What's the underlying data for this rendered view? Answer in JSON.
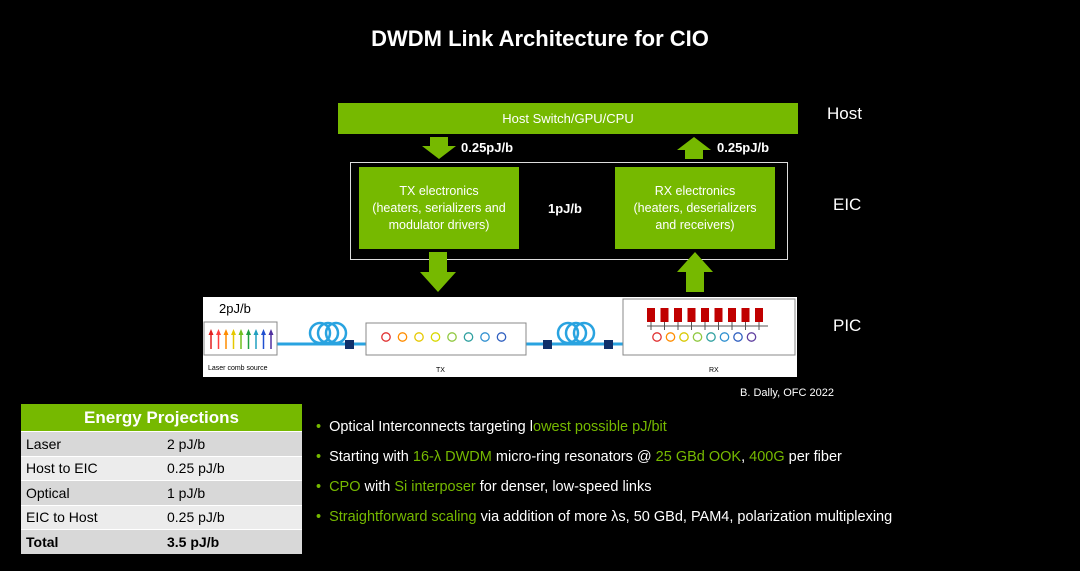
{
  "title": "DWDM Link Architecture for CIO",
  "colors": {
    "accent": "#76b900",
    "background": "#000000",
    "fiber": "#29a3e0",
    "rx_bank": "#c00000"
  },
  "host": {
    "bar_label": "Host Switch/GPU/CPU",
    "side_label": "Host"
  },
  "eic": {
    "side_label": "EIC",
    "down_energy": "0.25pJ/b",
    "up_energy": "0.25pJ/b",
    "tx_box": "TX electronics\n(heaters, serializers and\nmodulator drivers)",
    "center_energy": "1pJ/b",
    "rx_box": "RX electronics\n(heaters, deserializers\nand receivers)"
  },
  "pic": {
    "side_label": "PIC",
    "laser_energy": "2pJ/b",
    "laser_caption": "Laser comb source",
    "tx_caption": "TX",
    "rx_caption": "RX",
    "laser_colors": [
      "#e02020",
      "#ff4040",
      "#ff8c00",
      "#e6c800",
      "#70c020",
      "#20a040",
      "#20a0c0",
      "#2050d0",
      "#5030a0"
    ],
    "ring_colors": [
      "#e03030",
      "#ff8c00",
      "#e6c800",
      "#d8d800",
      "#90c840",
      "#30a0a0",
      "#3090d0",
      "#3060c0"
    ],
    "rx_ring_colors": [
      "#e03030",
      "#ff8c00",
      "#d8c800",
      "#90c840",
      "#30a0a0",
      "#3090d0",
      "#3060c0",
      "#6040a0"
    ]
  },
  "citation": "B. Dally, OFC 2022",
  "energy_table": {
    "header": "Energy Projections",
    "rows": [
      {
        "label": "Laser",
        "value": "2 pJ/b"
      },
      {
        "label": "Host to EIC",
        "value": "0.25 pJ/b"
      },
      {
        "label": "Optical",
        "value": "1 pJ/b"
      },
      {
        "label": "EIC to Host",
        "value": "0.25 pJ/b"
      },
      {
        "label": "Total",
        "value": "3.5 pJ/b"
      }
    ]
  },
  "bullets": [
    {
      "parts": [
        {
          "t": "Optical Interconnects targeting l",
          "hl": false
        },
        {
          "t": "owest possible pJ/bit",
          "hl": true
        }
      ]
    },
    {
      "parts": [
        {
          "t": "Starting with ",
          "hl": false
        },
        {
          "t": "16-λ DWDM",
          "hl": true
        },
        {
          "t": " micro-ring resonators @ ",
          "hl": false
        },
        {
          "t": "25 GBd OOK",
          "hl": true
        },
        {
          "t": ", ",
          "hl": false
        },
        {
          "t": "400G",
          "hl": true
        },
        {
          "t": " per fiber",
          "hl": false
        }
      ]
    },
    {
      "parts": [
        {
          "t": "CPO",
          "hl": true
        },
        {
          "t": " with ",
          "hl": false
        },
        {
          "t": "Si interposer",
          "hl": true
        },
        {
          "t": " for denser, low-speed links",
          "hl": false
        }
      ]
    },
    {
      "parts": [
        {
          "t": "Straightforward scaling",
          "hl": true
        },
        {
          "t": " via addition of more λs, 50 GBd, PAM4, polarization multiplexing",
          "hl": false
        }
      ]
    }
  ]
}
